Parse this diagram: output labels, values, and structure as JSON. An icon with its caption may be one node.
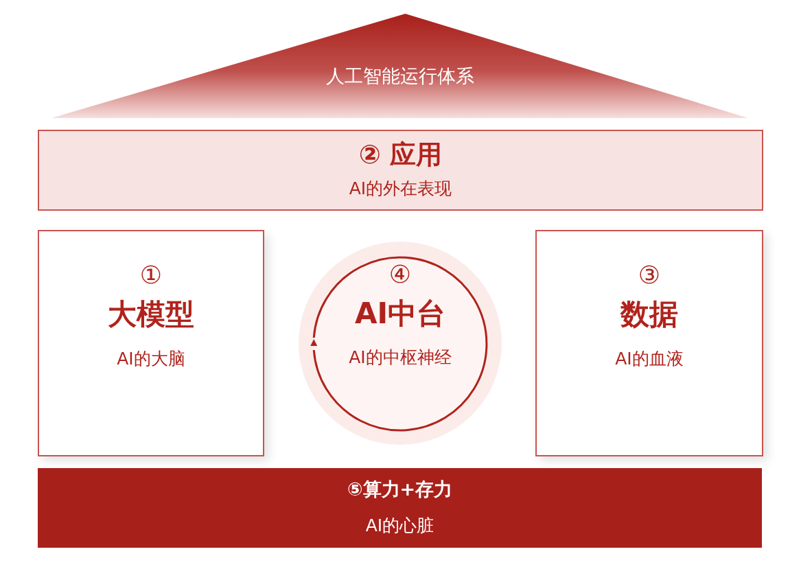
{
  "diagram": {
    "nodes": [
      {
        "text": [
          "人工智能运行体系"
        ]
      },
      {
        "text": [
          "② 应用",
          "AI的外在表现"
        ]
      },
      {
        "text": [
          "①",
          "大模型",
          "AI的大脑"
        ]
      },
      {
        "text": [
          "④",
          "AI中台",
          "AI的中枢神经"
        ]
      },
      {
        "text": [
          "③",
          "数据",
          "AI的血液"
        ]
      },
      {
        "text": [
          "⑤算力+存力",
          "AI的心脏"
        ]
      }
    ]
  }
}
